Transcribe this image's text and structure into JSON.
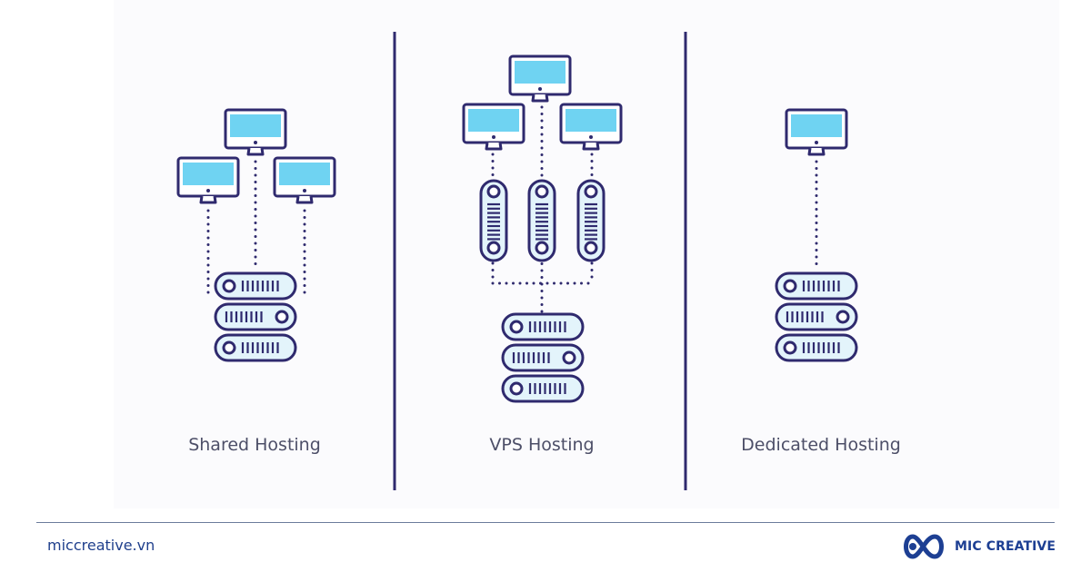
{
  "columns": [
    {
      "id": "shared",
      "label": "Shared Hosting"
    },
    {
      "id": "vps",
      "label": "VPS Hosting"
    },
    {
      "id": "dedicated",
      "label": "Dedicated Hosting"
    }
  ],
  "footer": {
    "website": "miccreative.vn",
    "brand_name": "MIC CREATIVE",
    "brand_logo_icon": "infinity-logo-icon"
  },
  "colors": {
    "outline": "#2f2a6e",
    "screen": "#6fd3f2",
    "device_fill": "#ffffff",
    "server_fill": "#e3f4fb",
    "connector": "#2f2a6e",
    "divider": "#2f2a6e",
    "caption": "#4d4f68",
    "brand": "#1d3f93",
    "footer_rule": "#6b7b9b"
  }
}
